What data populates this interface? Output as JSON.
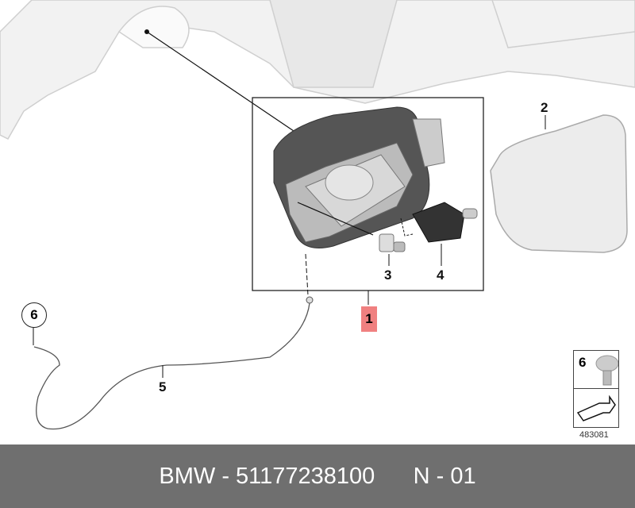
{
  "callouts": {
    "part1": "1",
    "part2": "2",
    "part3": "3",
    "part4": "4",
    "part5": "5",
    "part6": "6"
  },
  "legend": {
    "number": "6",
    "document_number": "483081"
  },
  "footer": {
    "text": "BMW - 51177238100      N - 01"
  },
  "colors": {
    "highlight": "#f08080",
    "footer_bg": "#6f6f6f"
  }
}
